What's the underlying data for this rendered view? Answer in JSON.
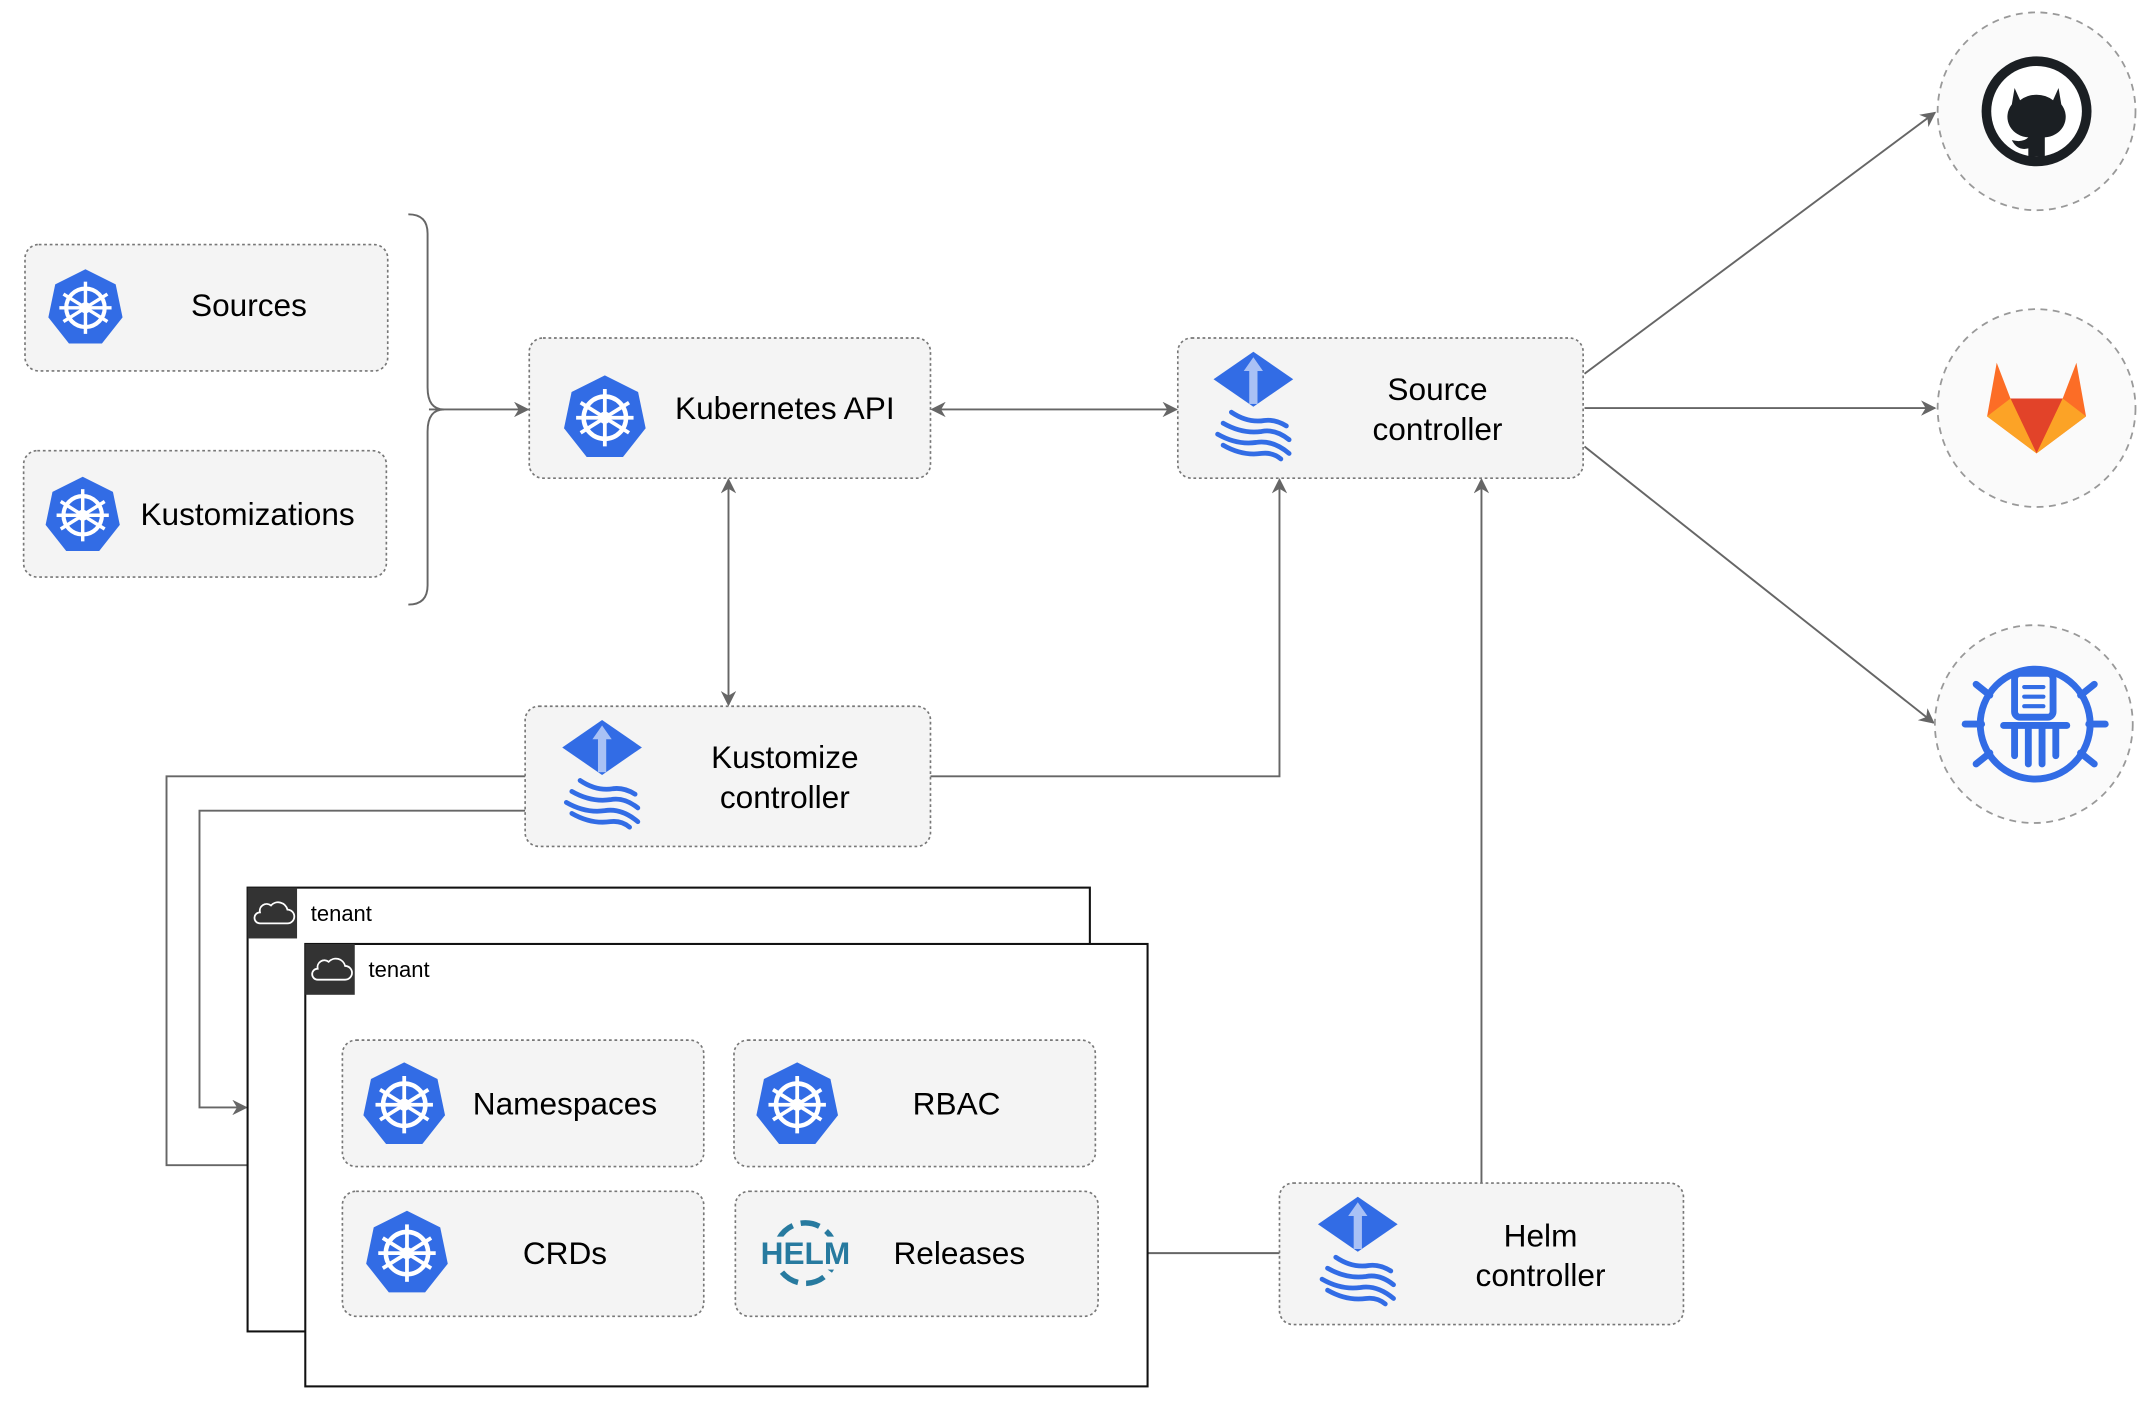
{
  "nodes": {
    "sources": "Sources",
    "kustomizations": "Kustomizations",
    "kubernetes_api": "Kubernetes API",
    "source_controller": [
      "Source",
      "controller"
    ],
    "kustomize_controller": [
      "Kustomize",
      "controller"
    ],
    "helm_controller": [
      "Helm",
      "controller"
    ],
    "namespaces": "Namespaces",
    "rbac": "RBAC",
    "crds": "CRDs",
    "releases": "Releases",
    "helm_logo": "HELM"
  },
  "tenants": [
    "tenant",
    "tenant"
  ],
  "external_sources": [
    {
      "icon": "github-icon"
    },
    {
      "icon": "gitlab-icon"
    },
    {
      "icon": "bucket-icon"
    }
  ],
  "colors": {
    "kubernetes_blue": "#326ce5",
    "gitlab_orange": "#e24329",
    "helm_blue": "#277a9f",
    "github_dark": "#1b1f23"
  }
}
